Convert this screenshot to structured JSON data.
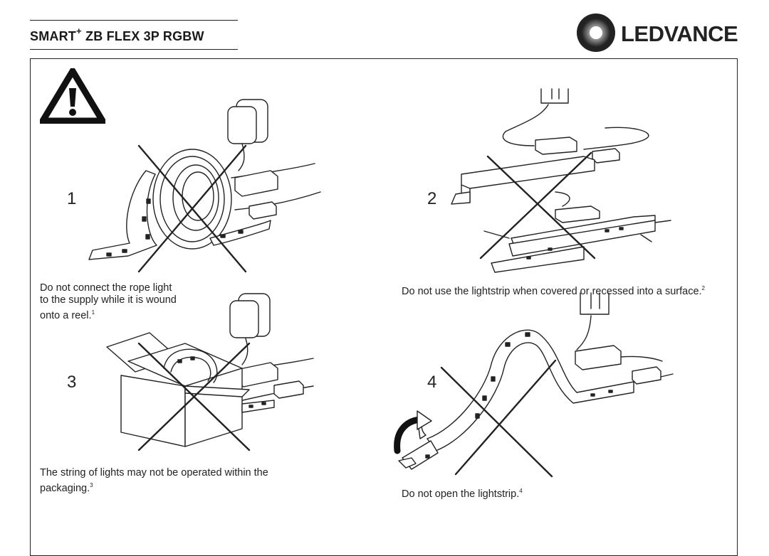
{
  "header": {
    "title_main": "SMART",
    "title_sup": "+",
    "title_rest": " ZB FLEX 3P RGBW",
    "logo_text": "LEDVANCE"
  },
  "panels": [
    {
      "number": "1",
      "caption": "Do not connect the rope light to the supply while it is wound onto a reel.",
      "footnote": "1",
      "icon": "reel-lightstrip-crossed"
    },
    {
      "number": "2",
      "caption": "Do not use the lightstrip when covered or recessed into a surface.",
      "footnote": "2",
      "icon": "recessed-lightstrip-crossed"
    },
    {
      "number": "3",
      "caption": "The string of lights may not be operated within the packaging.",
      "footnote": "3",
      "icon": "boxed-lightstrip-crossed"
    },
    {
      "number": "4",
      "caption": "Do not open the lightstrip.",
      "footnote": "4",
      "icon": "opened-lightstrip-crossed"
    }
  ]
}
